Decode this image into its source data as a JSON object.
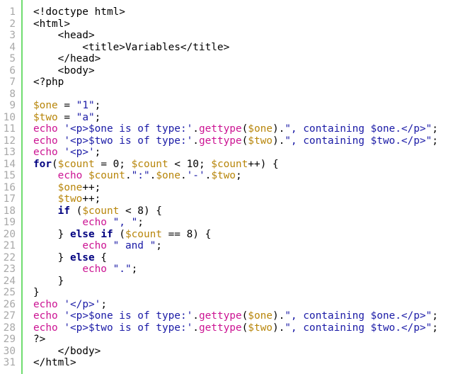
{
  "colors": {
    "background": "#ffffff",
    "gutter_bar": "#6fdc6f",
    "line_number": "#a8a8a8",
    "variable": "#b8860b",
    "string": "#1a1aa6",
    "keyword": "#000080",
    "function": "#cc1493",
    "plain": "#000000"
  },
  "lines": [
    {
      "n": "1",
      "tokens": [
        {
          "t": "<!doctype html>",
          "k": "plain"
        }
      ]
    },
    {
      "n": "2",
      "tokens": [
        {
          "t": "<html>",
          "k": "plain"
        }
      ]
    },
    {
      "n": "3",
      "tokens": [
        {
          "t": "    <head>",
          "k": "plain"
        }
      ]
    },
    {
      "n": "4",
      "tokens": [
        {
          "t": "        <title>Variables</title>",
          "k": "plain"
        }
      ]
    },
    {
      "n": "5",
      "tokens": [
        {
          "t": "    </head>",
          "k": "plain"
        }
      ]
    },
    {
      "n": "6",
      "tokens": [
        {
          "t": "    <body>",
          "k": "plain"
        }
      ]
    },
    {
      "n": "7",
      "tokens": [
        {
          "t": "<?php",
          "k": "plain"
        }
      ]
    },
    {
      "n": "8",
      "tokens": []
    },
    {
      "n": "9",
      "tokens": [
        {
          "t": "$one",
          "k": "var"
        },
        {
          "t": " = ",
          "k": "plain"
        },
        {
          "t": "\"1\"",
          "k": "str"
        },
        {
          "t": ";",
          "k": "plain"
        }
      ]
    },
    {
      "n": "10",
      "tokens": [
        {
          "t": "$two",
          "k": "var"
        },
        {
          "t": " = ",
          "k": "plain"
        },
        {
          "t": "\"a\"",
          "k": "str"
        },
        {
          "t": ";",
          "k": "plain"
        }
      ]
    },
    {
      "n": "11",
      "tokens": [
        {
          "t": "echo",
          "k": "fn"
        },
        {
          "t": " ",
          "k": "plain"
        },
        {
          "t": "'<p>$one is of type:'",
          "k": "str"
        },
        {
          "t": ".",
          "k": "plain"
        },
        {
          "t": "gettype",
          "k": "fn"
        },
        {
          "t": "(",
          "k": "plain"
        },
        {
          "t": "$one",
          "k": "var"
        },
        {
          "t": ").",
          "k": "plain"
        },
        {
          "t": "\", containing $one.</p>\"",
          "k": "str"
        },
        {
          "t": ";",
          "k": "plain"
        }
      ]
    },
    {
      "n": "12",
      "tokens": [
        {
          "t": "echo",
          "k": "fn"
        },
        {
          "t": " ",
          "k": "plain"
        },
        {
          "t": "'<p>$two is of type:'",
          "k": "str"
        },
        {
          "t": ".",
          "k": "plain"
        },
        {
          "t": "gettype",
          "k": "fn"
        },
        {
          "t": "(",
          "k": "plain"
        },
        {
          "t": "$two",
          "k": "var"
        },
        {
          "t": ").",
          "k": "plain"
        },
        {
          "t": "\", containing $two.</p>\"",
          "k": "str"
        },
        {
          "t": ";",
          "k": "plain"
        }
      ]
    },
    {
      "n": "13",
      "tokens": [
        {
          "t": "echo",
          "k": "fn"
        },
        {
          "t": " ",
          "k": "plain"
        },
        {
          "t": "'<p>'",
          "k": "str"
        },
        {
          "t": ";",
          "k": "plain"
        }
      ]
    },
    {
      "n": "14",
      "tokens": [
        {
          "t": "for",
          "k": "kw"
        },
        {
          "t": "(",
          "k": "plain"
        },
        {
          "t": "$count",
          "k": "var"
        },
        {
          "t": " = 0; ",
          "k": "plain"
        },
        {
          "t": "$count",
          "k": "var"
        },
        {
          "t": " < 10; ",
          "k": "plain"
        },
        {
          "t": "$count",
          "k": "var"
        },
        {
          "t": "++) {",
          "k": "plain"
        }
      ]
    },
    {
      "n": "15",
      "tokens": [
        {
          "t": "    ",
          "k": "plain"
        },
        {
          "t": "echo",
          "k": "fn"
        },
        {
          "t": " ",
          "k": "plain"
        },
        {
          "t": "$count",
          "k": "var"
        },
        {
          "t": ".",
          "k": "plain"
        },
        {
          "t": "\":\"",
          "k": "str"
        },
        {
          "t": ".",
          "k": "plain"
        },
        {
          "t": "$one",
          "k": "var"
        },
        {
          "t": ".",
          "k": "plain"
        },
        {
          "t": "'-'",
          "k": "str"
        },
        {
          "t": ".",
          "k": "plain"
        },
        {
          "t": "$two",
          "k": "var"
        },
        {
          "t": ";",
          "k": "plain"
        }
      ]
    },
    {
      "n": "16",
      "tokens": [
        {
          "t": "    ",
          "k": "plain"
        },
        {
          "t": "$one",
          "k": "var"
        },
        {
          "t": "++;",
          "k": "plain"
        }
      ]
    },
    {
      "n": "17",
      "tokens": [
        {
          "t": "    ",
          "k": "plain"
        },
        {
          "t": "$two",
          "k": "var"
        },
        {
          "t": "++;",
          "k": "plain"
        }
      ]
    },
    {
      "n": "18",
      "tokens": [
        {
          "t": "    ",
          "k": "plain"
        },
        {
          "t": "if",
          "k": "kw"
        },
        {
          "t": " (",
          "k": "plain"
        },
        {
          "t": "$count",
          "k": "var"
        },
        {
          "t": " < 8) {",
          "k": "plain"
        }
      ]
    },
    {
      "n": "19",
      "tokens": [
        {
          "t": "        ",
          "k": "plain"
        },
        {
          "t": "echo",
          "k": "fn"
        },
        {
          "t": " ",
          "k": "plain"
        },
        {
          "t": "\", \"",
          "k": "str"
        },
        {
          "t": ";",
          "k": "plain"
        }
      ]
    },
    {
      "n": "20",
      "tokens": [
        {
          "t": "    } ",
          "k": "plain"
        },
        {
          "t": "else",
          "k": "kw"
        },
        {
          "t": " ",
          "k": "plain"
        },
        {
          "t": "if",
          "k": "kw"
        },
        {
          "t": " (",
          "k": "plain"
        },
        {
          "t": "$count",
          "k": "var"
        },
        {
          "t": " == 8) {",
          "k": "plain"
        }
      ]
    },
    {
      "n": "21",
      "tokens": [
        {
          "t": "        ",
          "k": "plain"
        },
        {
          "t": "echo",
          "k": "fn"
        },
        {
          "t": " ",
          "k": "plain"
        },
        {
          "t": "\" and \"",
          "k": "str"
        },
        {
          "t": ";",
          "k": "plain"
        }
      ]
    },
    {
      "n": "22",
      "tokens": [
        {
          "t": "    } ",
          "k": "plain"
        },
        {
          "t": "else",
          "k": "kw"
        },
        {
          "t": " {",
          "k": "plain"
        }
      ]
    },
    {
      "n": "23",
      "tokens": [
        {
          "t": "        ",
          "k": "plain"
        },
        {
          "t": "echo",
          "k": "fn"
        },
        {
          "t": " ",
          "k": "plain"
        },
        {
          "t": "\".\"",
          "k": "str"
        },
        {
          "t": ";",
          "k": "plain"
        }
      ]
    },
    {
      "n": "24",
      "tokens": [
        {
          "t": "    }",
          "k": "plain"
        }
      ]
    },
    {
      "n": "25",
      "tokens": [
        {
          "t": "}",
          "k": "plain"
        }
      ]
    },
    {
      "n": "26",
      "tokens": [
        {
          "t": "echo",
          "k": "fn"
        },
        {
          "t": " ",
          "k": "plain"
        },
        {
          "t": "'</p>'",
          "k": "str"
        },
        {
          "t": ";",
          "k": "plain"
        }
      ]
    },
    {
      "n": "27",
      "tokens": [
        {
          "t": "echo",
          "k": "fn"
        },
        {
          "t": " ",
          "k": "plain"
        },
        {
          "t": "'<p>$one is of type:'",
          "k": "str"
        },
        {
          "t": ".",
          "k": "plain"
        },
        {
          "t": "gettype",
          "k": "fn"
        },
        {
          "t": "(",
          "k": "plain"
        },
        {
          "t": "$one",
          "k": "var"
        },
        {
          "t": ").",
          "k": "plain"
        },
        {
          "t": "\", containing $one.</p>\"",
          "k": "str"
        },
        {
          "t": ";",
          "k": "plain"
        }
      ]
    },
    {
      "n": "28",
      "tokens": [
        {
          "t": "echo",
          "k": "fn"
        },
        {
          "t": " ",
          "k": "plain"
        },
        {
          "t": "'<p>$two is of type:'",
          "k": "str"
        },
        {
          "t": ".",
          "k": "plain"
        },
        {
          "t": "gettype",
          "k": "fn"
        },
        {
          "t": "(",
          "k": "plain"
        },
        {
          "t": "$two",
          "k": "var"
        },
        {
          "t": ").",
          "k": "plain"
        },
        {
          "t": "\", containing $two.</p>\"",
          "k": "str"
        },
        {
          "t": ";",
          "k": "plain"
        }
      ]
    },
    {
      "n": "29",
      "tokens": [
        {
          "t": "?>",
          "k": "plain"
        }
      ]
    },
    {
      "n": "30",
      "tokens": [
        {
          "t": "    </body>",
          "k": "plain"
        }
      ]
    },
    {
      "n": "31",
      "tokens": [
        {
          "t": "</html>",
          "k": "plain"
        }
      ]
    }
  ]
}
